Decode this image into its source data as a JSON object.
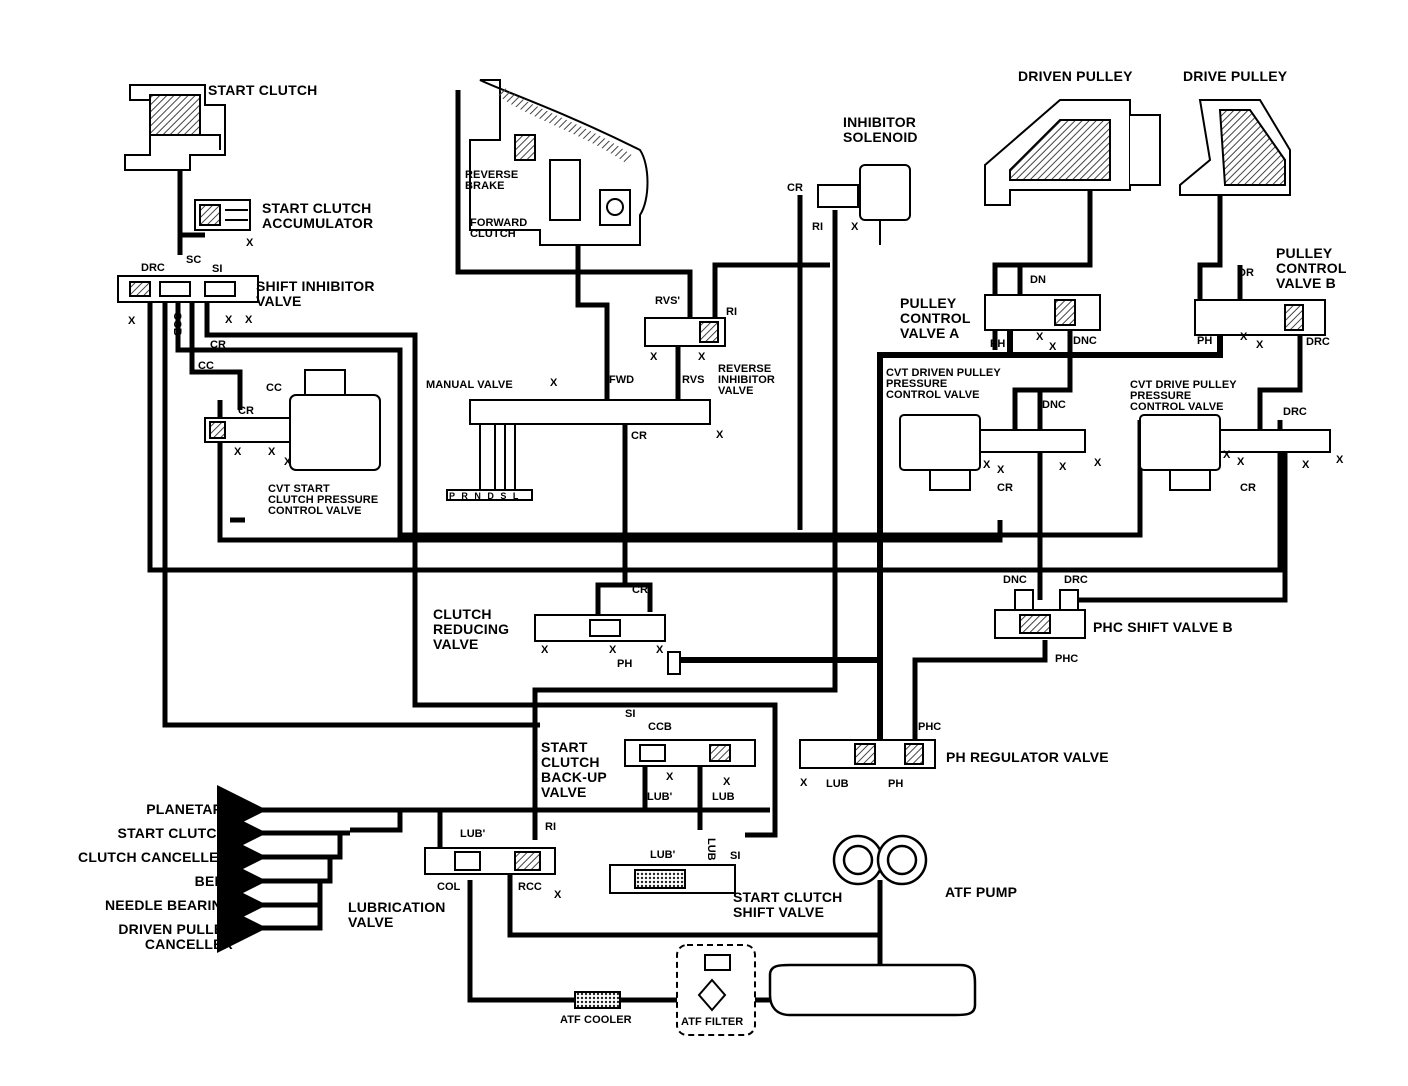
{
  "components": {
    "start_clutch": "START CLUTCH",
    "start_clutch_accumulator": [
      "START CLUTCH",
      "ACCUMULATOR"
    ],
    "shift_inhibitor_valve": [
      "SHIFT INHIBITOR",
      "VALVE"
    ],
    "reverse_brake": [
      "REVERSE",
      "BRAKE"
    ],
    "forward_clutch": [
      "FORWARD",
      "CLUTCH"
    ],
    "inhibitor_solenoid": [
      "INHIBITOR",
      "SOLENOID"
    ],
    "driven_pulley": "DRIVEN PULLEY",
    "drive_pulley": "DRIVE PULLEY",
    "pulley_control_valve_b": [
      "PULLEY",
      "CONTROL",
      "VALVE B"
    ],
    "pulley_control_valve_a": [
      "PULLEY",
      "CONTROL",
      "VALVE A"
    ],
    "manual_valve": "MANUAL VALVE",
    "reverse_inhibitor_valve": [
      "REVERSE",
      "INHIBITOR",
      "VALVE"
    ],
    "cvt_driven_pulley_pcv": [
      "CVT DRIVEN PULLEY",
      "PRESSURE",
      "CONTROL VALVE"
    ],
    "cvt_drive_pulley_pcv": [
      "CVT DRIVE PULLEY",
      "PRESSURE",
      "CONTROL VALVE"
    ],
    "cvt_start_clutch_pcv": [
      "CVT START",
      "CLUTCH PRESSURE",
      "CONTROL VALVE"
    ],
    "clutch_reducing_valve": [
      "CLUTCH",
      "REDUCING",
      "VALVE"
    ],
    "phc_shift_valve_b": "PHC SHIFT VALVE B",
    "start_clutch_backup_valve": [
      "START",
      "CLUTCH",
      "BACK-UP",
      "VALVE"
    ],
    "ph_regulator_valve": "PH REGULATOR VALVE",
    "start_clutch_shift_valve": [
      "START CLUTCH",
      "SHIFT VALVE"
    ],
    "atf_pump": "ATF PUMP",
    "lubrication_valve": [
      "LUBRICATION",
      "VALVE"
    ],
    "atf_cooler": "ATF COOLER",
    "atf_filter": "ATF FILTER"
  },
  "outputs": [
    "PLANETARY",
    "START CLUTCH",
    "CLUTCH CANCELLER",
    "BELT",
    "NEEDLE BEARING",
    [
      "DRIVEN PULLEY",
      "CANCELLER"
    ]
  ],
  "manual_valve_positions": "P R N D S L",
  "port_tags": {
    "drc": "DRC",
    "sc": "SC",
    "si": "SI",
    "ccb": "CCB",
    "cr": "CR",
    "cc": "CC",
    "x": "X",
    "rvs_prime": "RVS'",
    "ri": "RI",
    "fwd": "FWD",
    "rvs": "RVS",
    "dn": "DN",
    "dr": "DR",
    "ph": "PH",
    "dnc": "DNC",
    "phc": "PHC",
    "lub": "LUB",
    "lub_prime": "LUB'",
    "col": "COL",
    "rcc": "RCC"
  },
  "colors": {
    "line": "#000000",
    "background": "#ffffff",
    "hatch": "#555555"
  }
}
